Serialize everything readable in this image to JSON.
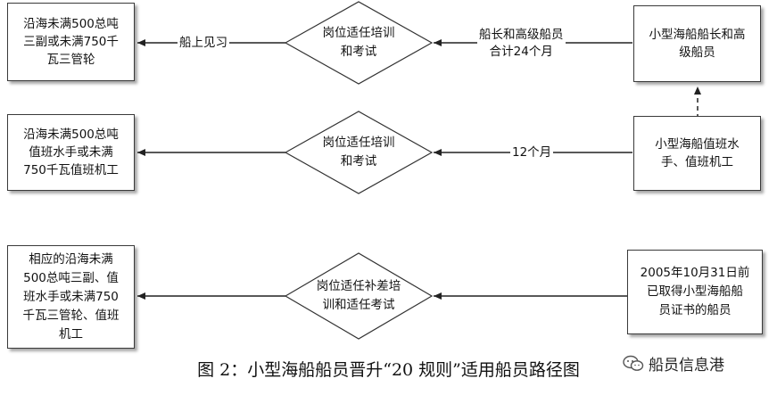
{
  "row1": {
    "left_box": "沿海未满500总吨\n三副或未满750千\n瓦三管轮",
    "diamond": "岗位适任培训\n和考试",
    "right_box": "小型海船船长和高\n级船员",
    "label_left": "船上见习",
    "label_right": "船长和高级船员\n合计24个月"
  },
  "row2": {
    "left_box": "沿海未满500总吨\n值班水手或未满\n750千瓦值班机工",
    "diamond": "岗位适任培训\n和考试",
    "right_box": "小型海船值班水\n手、值班机工",
    "label_right": "12个月"
  },
  "row3": {
    "left_box": "相应的沿海未满\n500总吨三副、值\n班水手或未满750\n千瓦三管轮、值班\n机工",
    "diamond": "岗位适任补差培\n训和适任考试",
    "right_box": "2005年10月31日前\n已取得小型海船船\n员证书的船员"
  },
  "caption": "图 2：小型海船船员晋升“20 规则”适用船员路径图",
  "watermark": "船员信息港"
}
